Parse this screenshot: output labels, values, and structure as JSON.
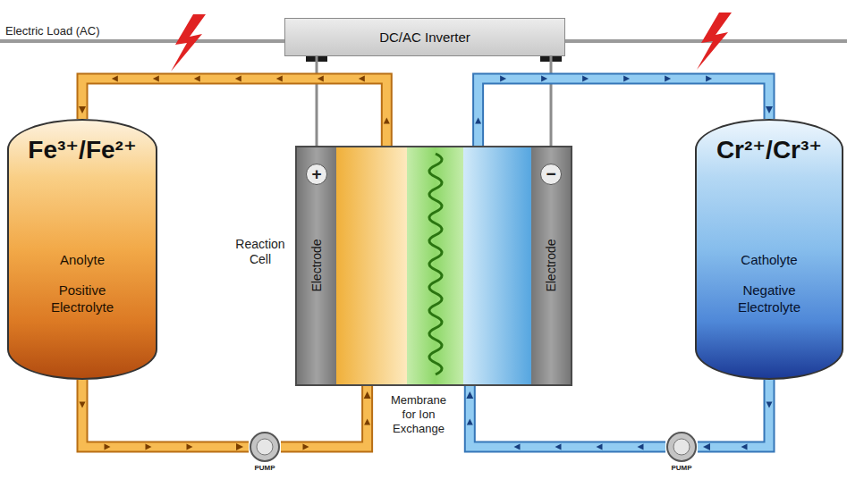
{
  "diagram": {
    "nodes": [
      {
        "text": [
          "DC/AC Inverter"
        ]
      },
      {
        "text": [
          "Fe³⁺/Fe²⁺",
          "Anolyte",
          "Positive Electrolyte"
        ]
      },
      {
        "text": [
          "Reaction Cell"
        ]
      },
      {
        "text": [
          "+",
          "Electrode"
        ],
        "in": 2
      },
      {
        "text": [
          "−",
          "Electrode"
        ],
        "in": 2
      },
      {
        "text": [
          "Cr²⁺/Cr³⁺",
          "Catholyte",
          "Negative Electrolyte"
        ]
      },
      {
        "text": [
          "PUMP"
        ]
      },
      {
        "text": [
          "PUMP"
        ]
      }
    ],
    "edges": [
      {
        "from": 0,
        "to": 3,
        "arrow": "none"
      },
      {
        "from": 0,
        "to": 4,
        "arrow": "none"
      },
      {
        "from": 1,
        "to": 6,
        "arrow": "to"
      },
      {
        "from": 6,
        "to": 2,
        "arrow": "to"
      },
      {
        "from": 2,
        "to": 1,
        "arrow": "to"
      },
      {
        "from": 5,
        "to": 7,
        "arrow": "to"
      },
      {
        "from": 7,
        "to": 2,
        "arrow": "to"
      },
      {
        "from": 2,
        "to": 5,
        "arrow": "to"
      }
    ],
    "labels": [
      "Electric Load (AC)",
      "Membrane for Ion Exchange"
    ]
  }
}
